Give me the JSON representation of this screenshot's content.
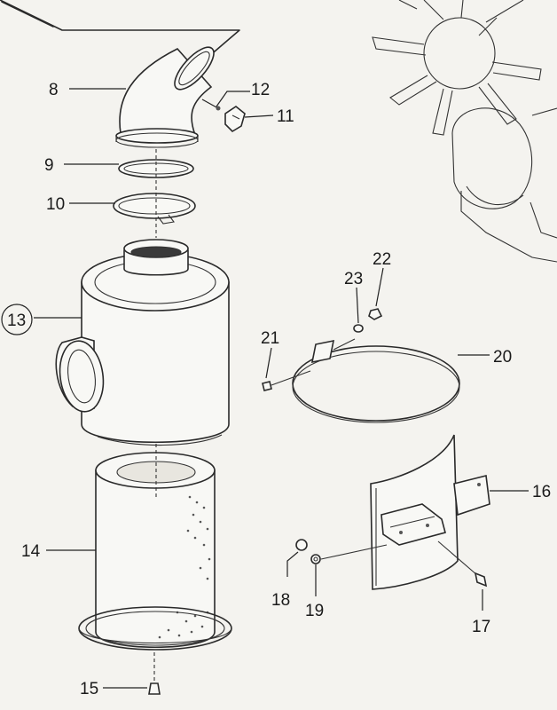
{
  "labels": {
    "p8": "8",
    "p9": "9",
    "p10": "10",
    "p11": "11",
    "p12": "12",
    "p13": "13",
    "p14": "14",
    "p15": "15",
    "p16": "16",
    "p17": "17",
    "p18": "18",
    "p19": "19",
    "p20": "20",
    "p21": "21",
    "p22": "22",
    "p23": "23"
  }
}
